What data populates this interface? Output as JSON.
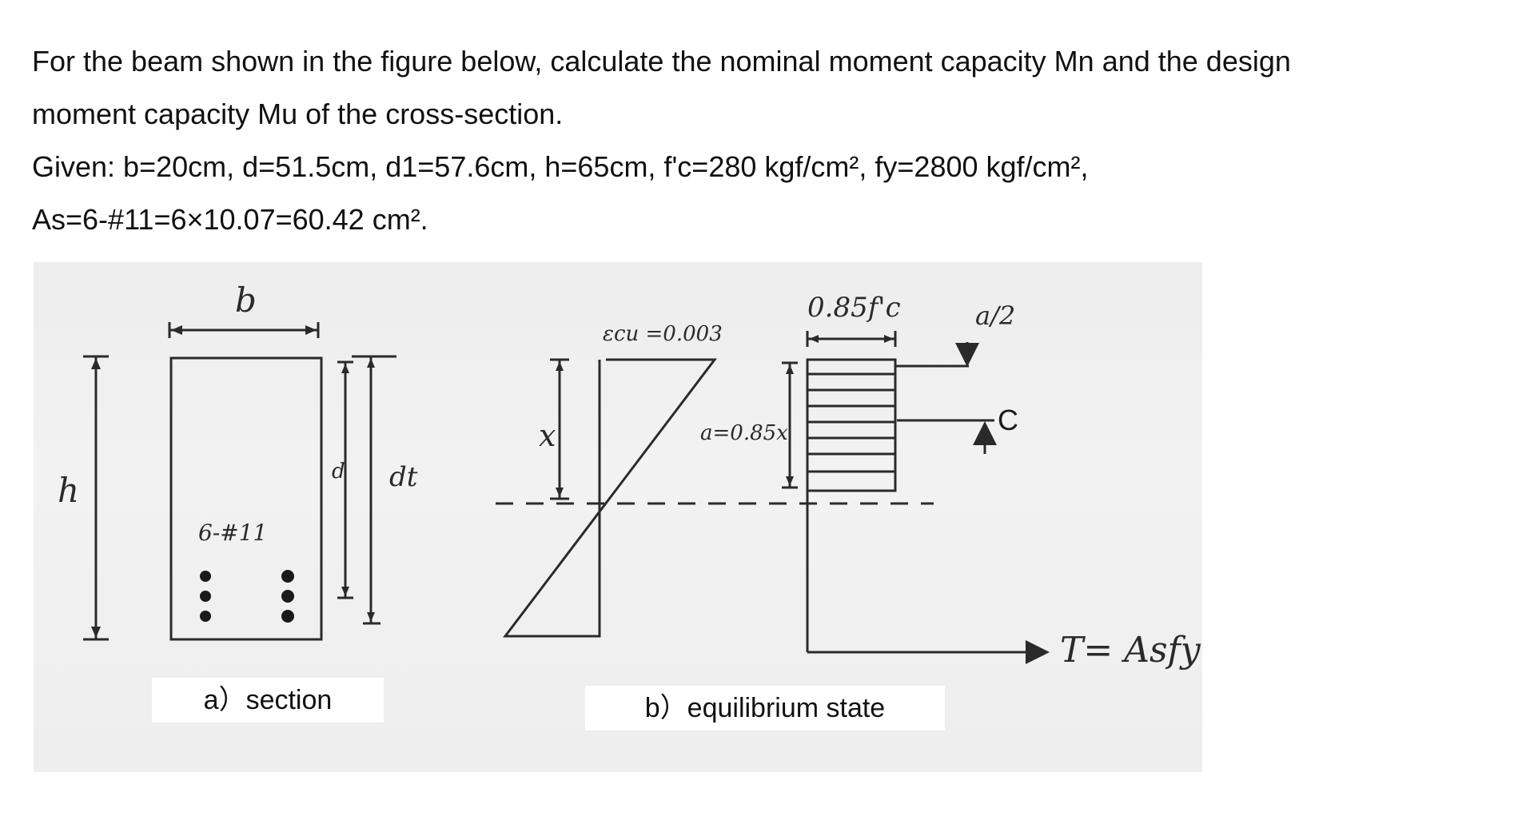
{
  "problem": {
    "line1": "For the beam shown in the figure below, calculate the nominal moment capacity Mn and the design",
    "line2": "moment capacity Mu of the cross-section.",
    "line3": "Given: b=20cm, d=51.5cm, d1=57.6cm, h=65cm, f'c=280 kgf/cm², fy=2800 kgf/cm²,",
    "line4": "As=6-#11=6×10.07=60.42 cm²."
  },
  "figure": {
    "section": {
      "label_b": "b",
      "label_h": "h",
      "label_d": "d",
      "label_dt": "dt",
      "label_bars": "6-#11",
      "caption": "a）section"
    },
    "equilibrium": {
      "label_strain": "εcu =0.003",
      "label_x": "x",
      "label_a": "a=0.85x",
      "label_stress": "0.85f'c",
      "label_half_a": "a/2",
      "label_c": "C",
      "label_t": "T= Asfy",
      "caption": "b）equilibrium state"
    }
  }
}
